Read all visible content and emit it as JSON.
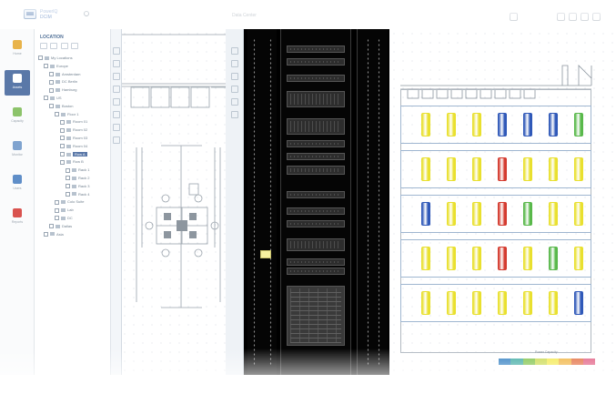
{
  "header": {
    "brand_line1": "PowerIQ",
    "brand_line2": "DCIM",
    "app_title": "Data Center"
  },
  "rail": {
    "items": [
      {
        "label": "Home",
        "icon": "home-icon",
        "color": "#e8b34a"
      },
      {
        "label": "Assets",
        "icon": "asset-icon",
        "color": "#ffffff",
        "active": true
      },
      {
        "label": "Capacity",
        "icon": "capacity-icon",
        "color": "#8cc36a"
      },
      {
        "label": "Monitor",
        "icon": "monitor-icon",
        "color": "#7fa3cf"
      },
      {
        "label": "Users",
        "icon": "users-icon",
        "color": "#5f8ec8"
      },
      {
        "label": "Reports",
        "icon": "reports-icon",
        "color": "#d9534f"
      }
    ]
  },
  "tree": {
    "title": "LOCATION",
    "nodes": [
      {
        "label": "My Locations",
        "depth": 0
      },
      {
        "label": "Europe",
        "depth": 1
      },
      {
        "label": "Amsterdam",
        "depth": 2
      },
      {
        "label": "DC Berlin",
        "depth": 2
      },
      {
        "label": "Hamburg",
        "depth": 2
      },
      {
        "label": "US",
        "depth": 1
      },
      {
        "label": "Boston",
        "depth": 2
      },
      {
        "label": "Floor 1",
        "depth": 3
      },
      {
        "label": "Room 01",
        "depth": 4
      },
      {
        "label": "Room 02",
        "depth": 4
      },
      {
        "label": "Room 03",
        "depth": 4
      },
      {
        "label": "Room 04",
        "depth": 4
      },
      {
        "label": "Row A",
        "depth": 4,
        "selected": true
      },
      {
        "label": "Row B",
        "depth": 4
      },
      {
        "label": "Rack 1",
        "depth": 5
      },
      {
        "label": "Rack 2",
        "depth": 5
      },
      {
        "label": "Rack 3",
        "depth": 5
      },
      {
        "label": "Rack 4",
        "depth": 5
      },
      {
        "label": "Colo Suite",
        "depth": 3
      },
      {
        "label": "Lab",
        "depth": 3
      },
      {
        "label": "DC",
        "depth": 3
      },
      {
        "label": "Dallas",
        "depth": 2
      },
      {
        "label": "Asia",
        "depth": 1
      }
    ]
  },
  "heatmap": {
    "legend_title": "Power Capacity",
    "legend_colors": [
      "#2b7bbf",
      "#3aa8a0",
      "#7bc043",
      "#c8d84a",
      "#f3e84a",
      "#f0b13a",
      "#e26a3b",
      "#e05a80"
    ],
    "cabinet_colors": {
      "yellow": "#e9e02e",
      "blue": "#2f58b8",
      "green": "#58b84a",
      "red": "#d43a2e"
    },
    "rows": [
      [
        "yellow",
        "yellow",
        "yellow",
        "blue",
        "blue",
        "blue",
        "green"
      ],
      [
        "yellow",
        "yellow",
        "yellow",
        "red",
        "yellow",
        "yellow",
        "yellow"
      ],
      [
        "blue",
        "yellow",
        "yellow",
        "red",
        "green",
        "yellow",
        "yellow"
      ],
      [
        "yellow",
        "yellow",
        "yellow",
        "red",
        "yellow",
        "green",
        "yellow"
      ],
      [
        "yellow",
        "yellow",
        "yellow",
        "yellow",
        "yellow",
        "yellow",
        "blue"
      ]
    ]
  }
}
